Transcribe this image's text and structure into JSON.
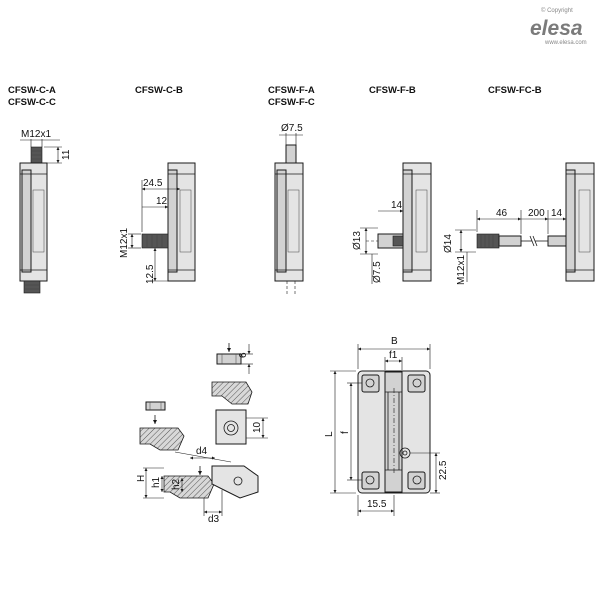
{
  "brand": {
    "copyright": "© Copyright",
    "logo": "elesa",
    "url": "www.elesa.com"
  },
  "variants": {
    "cfsw_c_a": "CFSW-C-A",
    "cfsw_c_c": "CFSW-C-C",
    "cfsw_c_b": "CFSW-C-B",
    "cfsw_f_a": "CFSW-F-A",
    "cfsw_f_c": "CFSW-F-C",
    "cfsw_f_b": "CFSW-F-B",
    "cfsw_fc_b": "CFSW-FC-B"
  },
  "dims": {
    "m12x1_top": "M12x1",
    "d11": "11",
    "d24_5": "24.5",
    "d12": "12",
    "m12x1_side": "M12x1",
    "d12_5": "12.5",
    "phi7_5_top": "Ø7.5",
    "d14_fb": "14",
    "phi13": "Ø13",
    "phi7_5_side": "Ø7.5",
    "d46": "46",
    "d200": "200",
    "d14_fc": "14",
    "phi14": "Ø14",
    "m12x1_fc": "M12x1",
    "d6": "6",
    "d10": "10",
    "d4": "d4",
    "H": "H",
    "h1": "h1",
    "h2": "h2",
    "d3": "d3",
    "B": "B",
    "f1": "f1",
    "L": "L",
    "f": "f",
    "d22_5": "22.5",
    "d15_5": "15.5"
  }
}
